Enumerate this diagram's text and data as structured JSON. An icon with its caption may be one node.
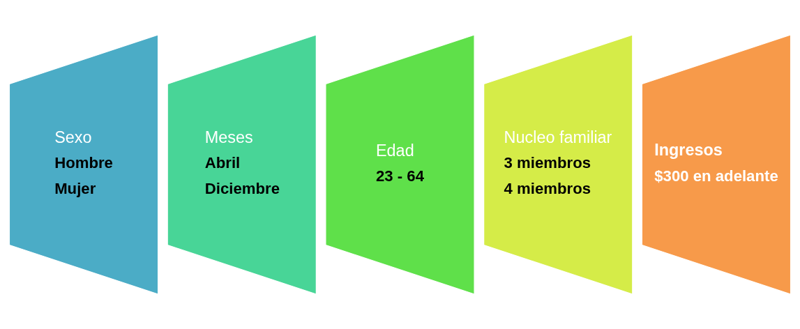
{
  "diagram": {
    "nodes": [
      {
        "text": [
          "Sexo",
          "Hombre",
          "Mujer"
        ]
      },
      {
        "text": [
          "Meses",
          "Abril",
          "Diciembre"
        ]
      },
      {
        "text": [
          "Edad",
          "23 - 64"
        ]
      },
      {
        "text": [
          "Nucleo familiar",
          "3 miembros",
          "4 miembros"
        ]
      },
      {
        "text": [
          "Ingresos",
          "$300 en adelante"
        ]
      }
    ]
  }
}
